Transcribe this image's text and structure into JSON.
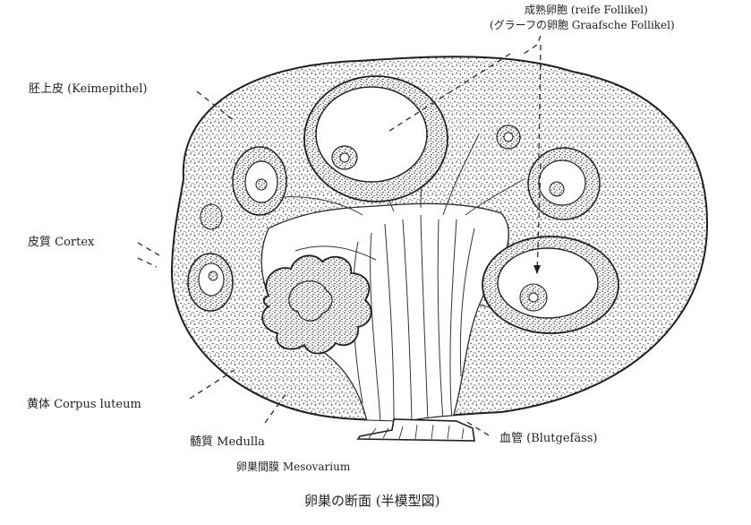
{
  "labels": {
    "mature_follicle_line1": "成熟卵胞 (reife Follikel)",
    "mature_follicle_line2": "(グラーフの卵胞 Graafsche Follikel)",
    "germinal_epithelium": "胚上皮 (Keimepithel)",
    "cortex": "皮質 Cortex",
    "corpus_luteum": "黄体 Corpus luteum",
    "medulla": "髄質 Medulla",
    "mesovarium": "卵巣間膜 Mesovarium",
    "blood_vessel": "血管 (Blutgefäss)"
  },
  "caption": "卵巣の断面 (半模型図)",
  "colors": {
    "ink": "#1f1f1f",
    "paper": "#ffffff"
  }
}
